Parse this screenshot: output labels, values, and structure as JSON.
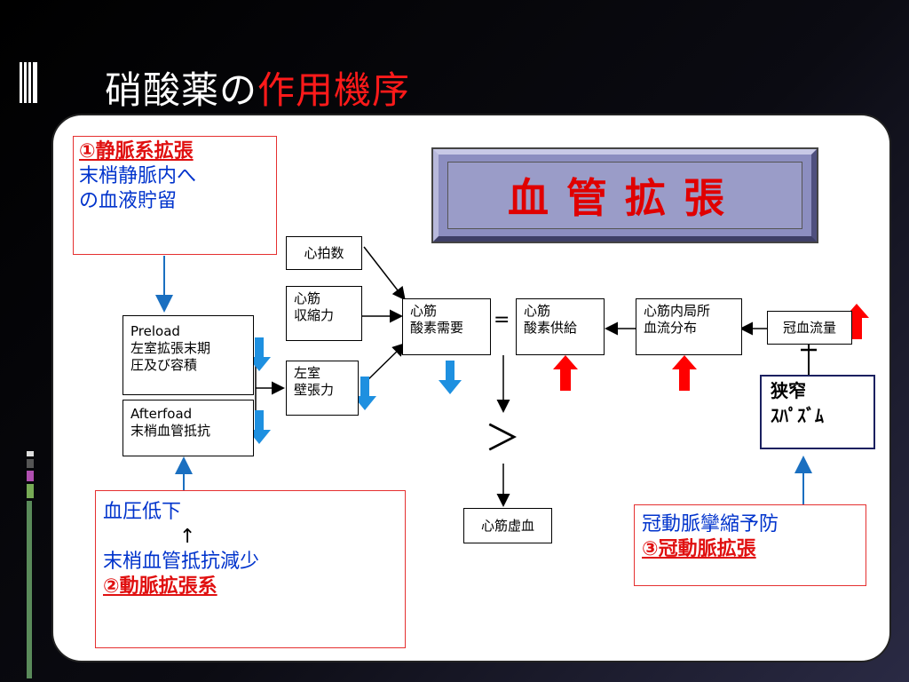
{
  "slide": {
    "title_main": "硝酸薬の",
    "title_accent": "作用機序"
  },
  "box1": {
    "heading": "①静脈系拡張",
    "line1": "末梢静脈内へ",
    "line2": "の血液貯留"
  },
  "box2": {
    "line1": "血圧低下",
    "arrow": "↑",
    "line2": "末梢血管抵抗減少",
    "heading": "②動脈拡張系"
  },
  "box3": {
    "line1": "冠動脈攣縮予防",
    "heading": "③冠動脈拡張"
  },
  "banner": {
    "text": "血管拡張"
  },
  "nodes": {
    "heart_rate": "心拍数",
    "contractility_1": "心筋",
    "contractility_2": "収縮力",
    "wall_stress_1": "左室",
    "wall_stress_2": "壁張力",
    "preload_1": "Preload",
    "preload_2": "左室拡張末期",
    "preload_3": "圧及び容積",
    "afterload_1": "Afterfoad",
    "afterload_2": "末梢血管抵抗",
    "demand_1": "心筋",
    "demand_2": "酸素需要",
    "equals": "=",
    "supply_1": "心筋",
    "supply_2": "酸素供給",
    "distribution_1": "心筋内局所",
    "distribution_2": "血流分布",
    "coronary_flow": "冠血流量",
    "greater": "＞",
    "ischemia": "心筋虚血",
    "stenosis_1": "狭窄",
    "stenosis_2": "ｽﾊﾟｽﾞﾑ"
  },
  "colors": {
    "title_accent": "#ff1a1a",
    "red_arrow": "#ff0000",
    "blue_arrow": "#1e90e0",
    "link_blue": "#0033cc"
  }
}
